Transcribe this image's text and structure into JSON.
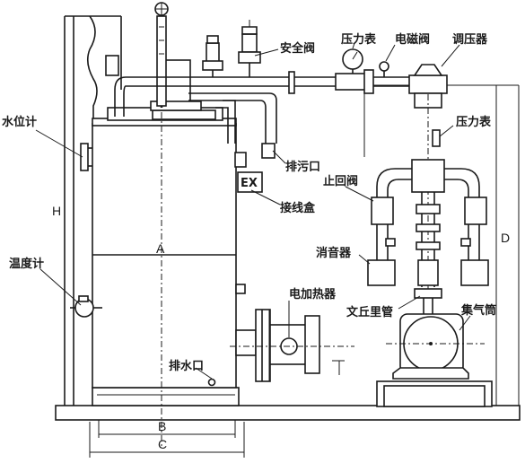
{
  "labels": {
    "water_level_gauge": "水位计",
    "temperature_gauge": "温度计",
    "safety_valve": "安全阀",
    "pressure_gauge_top": "压力表",
    "solenoid_valve": "电磁阀",
    "pressure_regulator": "调压器",
    "pressure_gauge_right": "压力表",
    "drain_outlet": "排污口",
    "check_valve": "止回阀",
    "explosion_proof_mark": "EX",
    "junction_box": "接线盒",
    "muffler": "消音器",
    "electric_heater": "电加热器",
    "venturi_tube": "文丘里管",
    "water_drain": "排水口",
    "gas_collector": "集气筒"
  },
  "dimensions": {
    "height": "H",
    "inner_dim": "A",
    "width_b": "B",
    "width_c": "C",
    "right_dim": "D"
  }
}
